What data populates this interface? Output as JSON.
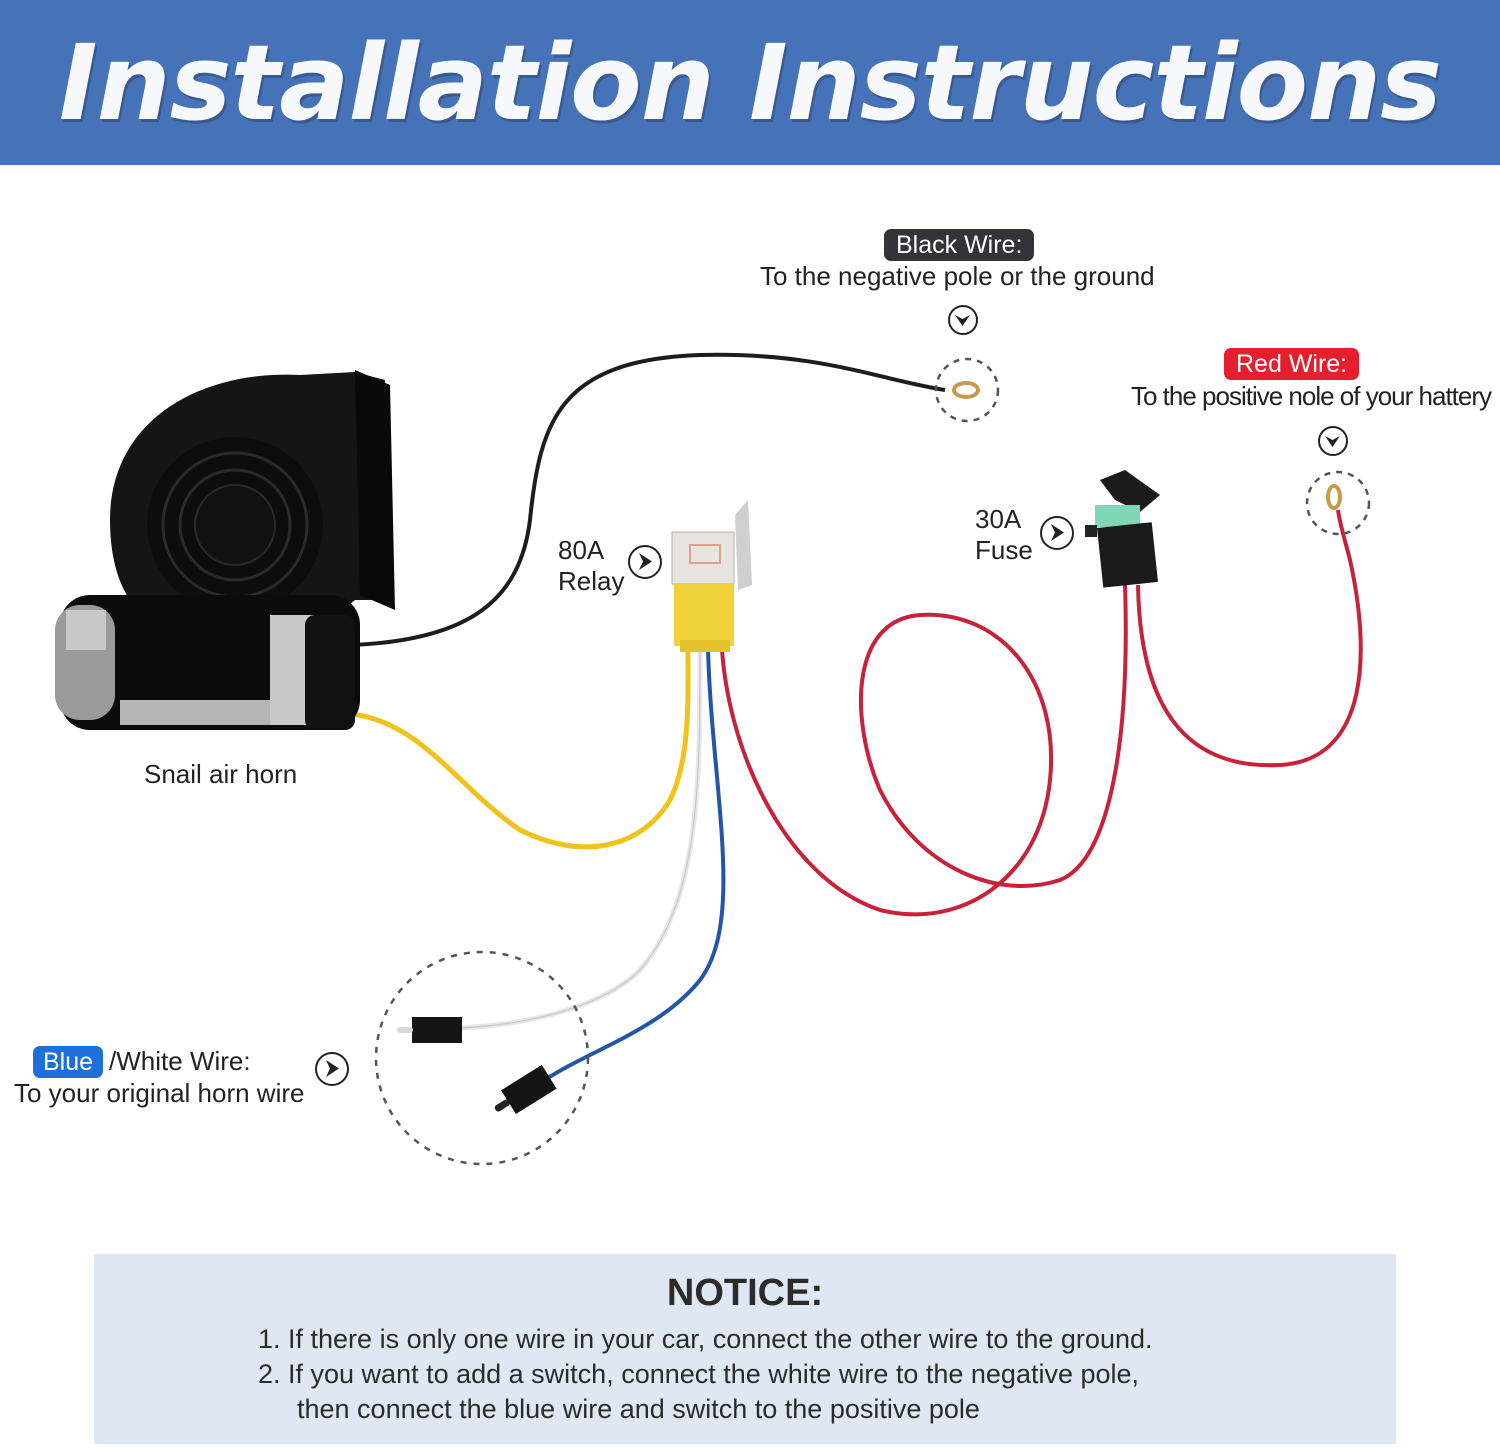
{
  "header": {
    "title": "Installation Instructions",
    "background": "#4673b8"
  },
  "components": {
    "horn": {
      "label": "Snail air horn"
    },
    "relay": {
      "rating": "80A",
      "name": "Relay"
    },
    "fuse": {
      "rating": "30A",
      "name": "Fuse"
    }
  },
  "wires": {
    "black": {
      "tag": "Black Wire:",
      "description": "To the negative pole or the ground",
      "color": "#333338"
    },
    "red": {
      "tag": "Red Wire:",
      "description": "To the positive nole of your hattery",
      "color": "#e51f2e"
    },
    "blue_white": {
      "tag": "Blue",
      "tag_suffix": "/White Wire:",
      "description": "To your original horn wire",
      "color": "#1f6fd8"
    }
  },
  "notice": {
    "title": "NOTICE:",
    "items": [
      "1. If there is only one wire in your car, connect the other wire to the ground.",
      "2. If you want to add a switch, connect the white wire to the negative pole,",
      "then connect the blue wire and switch to the positive pole"
    ]
  }
}
